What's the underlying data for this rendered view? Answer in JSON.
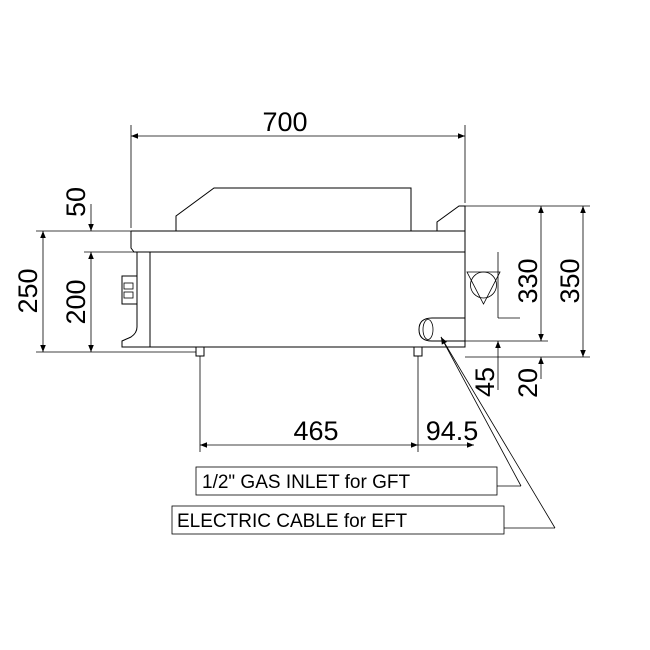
{
  "dimensions": {
    "width_700": "700",
    "height_50": "50",
    "height_250": "250",
    "height_200": "200",
    "height_330": "330",
    "height_350": "350",
    "offset_45": "45",
    "offset_20": "20",
    "span_465": "465",
    "span_94_5": "94.5"
  },
  "callouts": {
    "gas_inlet": "1/2\" GAS INLET for GFT",
    "electric_cable": "ELECTRIC CABLE for EFT"
  }
}
